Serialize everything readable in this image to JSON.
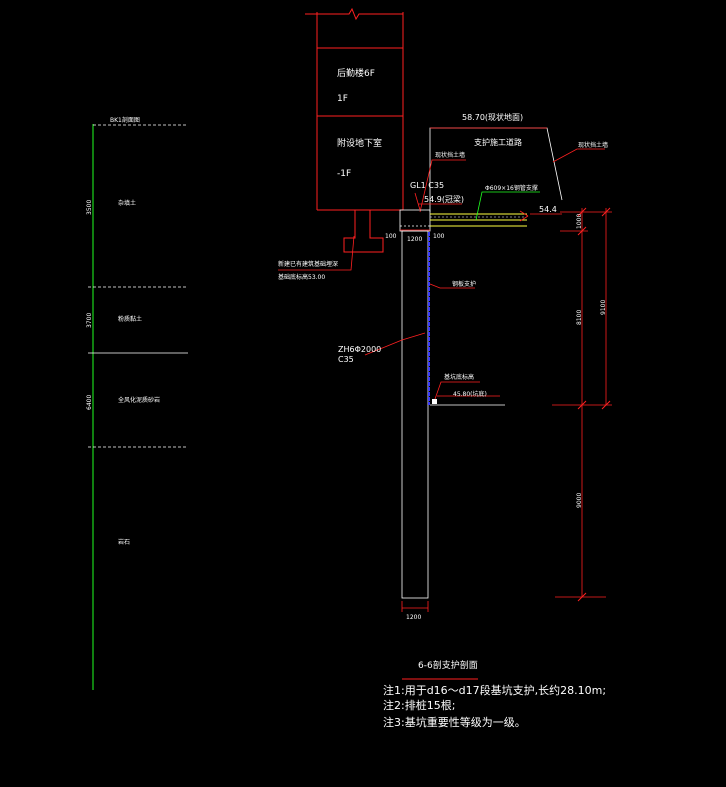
{
  "building": {
    "label_upper_line1": "后勤楼6F",
    "label_upper_line2": "1F",
    "label_lower_line1": "附设地下室",
    "label_lower_line2": "-1F"
  },
  "road": {
    "elevation_label": "58.70(现状地面)",
    "name_label": "支护施工道路",
    "callout_right": "现状挡土墙",
    "callout_left": "现状挡土墙"
  },
  "beam": {
    "label": "GL1 C35",
    "top_elevation": "54.9(冠梁)",
    "right_elevation": "54.4",
    "width_dim": "1200",
    "edge_dim_left": "100",
    "edge_dim_right": "100"
  },
  "strut_label": "Φ609×16钢管支撑",
  "pile": {
    "label_line1": "ZH6Φ2000",
    "label_line2": "C35",
    "width_dim": "1200",
    "support_label": "钢板支护"
  },
  "foundation_note_line1": "新建已有建筑基础埋深",
  "foundation_note_line2": "基础底标高53.00",
  "excavation": {
    "bottom_label": "基坑底标高",
    "bottom_elevation": "45.80(坑底)"
  },
  "dimensions_right": {
    "d1": "1000",
    "d2": "8100",
    "d3": "9100",
    "d4": "9000"
  },
  "soil_column": {
    "top_label": "BK1剖面图",
    "layer1": "杂填土",
    "layer2": "粉质黏土",
    "layer3": "全风化泥质砂岩",
    "layer4": "岩石",
    "dim1": "3500",
    "dim2": "3700",
    "dim3": "6400"
  },
  "section_title": "6-6剖支护剖面",
  "notes": [
    "注1:用于d16～d17段基坑支护,长约28.10m;",
    "注2:排桩15根;",
    "注3:基坑重要性等级为一级。"
  ],
  "colors": {
    "background": "#000000",
    "structure": "#ffffff",
    "dimension": "#ff2020",
    "soil_column": "#20ff20",
    "steel_plate": "#3a3aff",
    "strut": "#ffff40"
  }
}
